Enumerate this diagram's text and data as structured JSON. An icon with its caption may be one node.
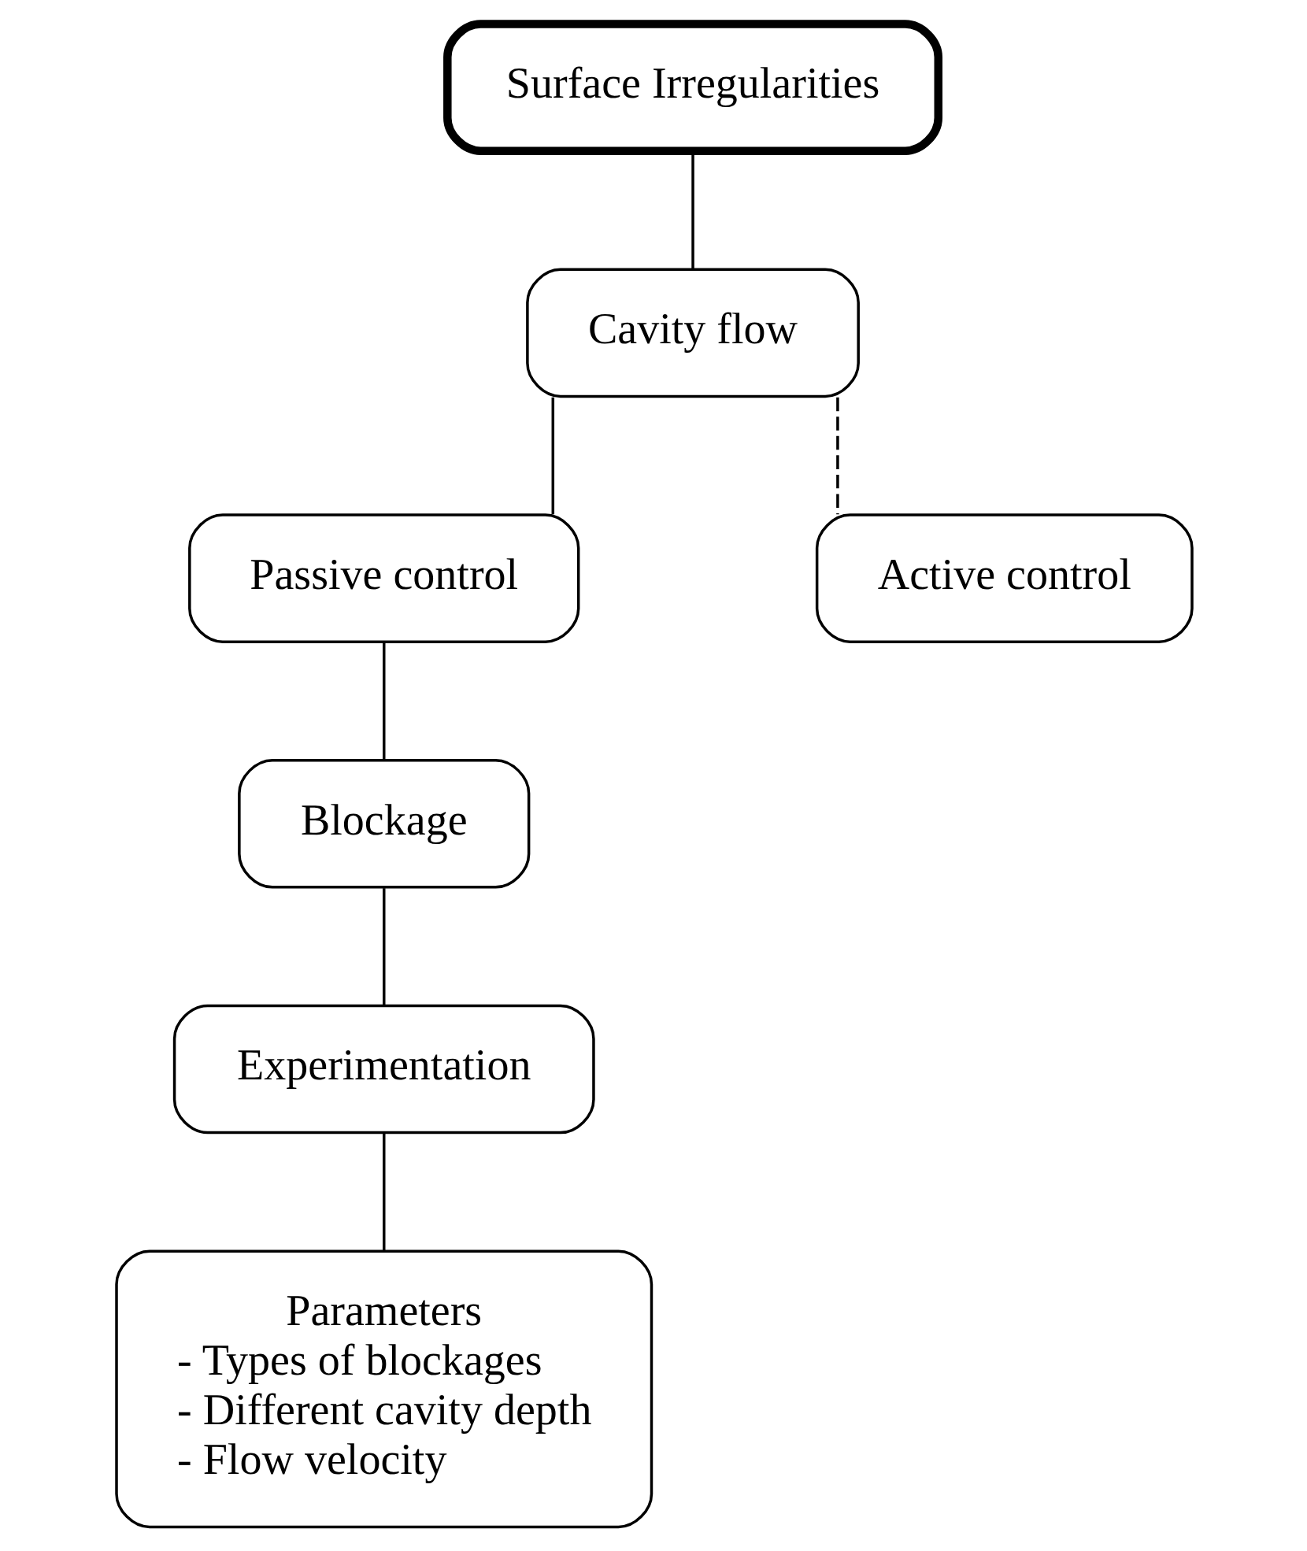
{
  "diagram": {
    "nodes": [
      {
        "text": [
          "Surface Irregularities"
        ]
      },
      {
        "text": [
          "Cavity flow"
        ]
      },
      {
        "text": [
          "Passive control"
        ]
      },
      {
        "text": [
          "Active control"
        ]
      },
      {
        "text": [
          "Blockage"
        ]
      },
      {
        "text": [
          "Experimentation"
        ]
      },
      {
        "text": [
          "Parameters",
          "- Types of blockages",
          "- Different cavity depth",
          "- Flow velocity"
        ]
      }
    ],
    "edges": [
      {
        "from": 0,
        "to": 1,
        "arrow": "none"
      },
      {
        "from": 1,
        "to": 2,
        "arrow": "none"
      },
      {
        "from": 1,
        "to": 3,
        "arrow": "none",
        "style": "dashed"
      },
      {
        "from": 2,
        "to": 4,
        "arrow": "none"
      },
      {
        "from": 4,
        "to": 5,
        "arrow": "none"
      },
      {
        "from": 5,
        "to": 6,
        "arrow": "none"
      }
    ]
  }
}
